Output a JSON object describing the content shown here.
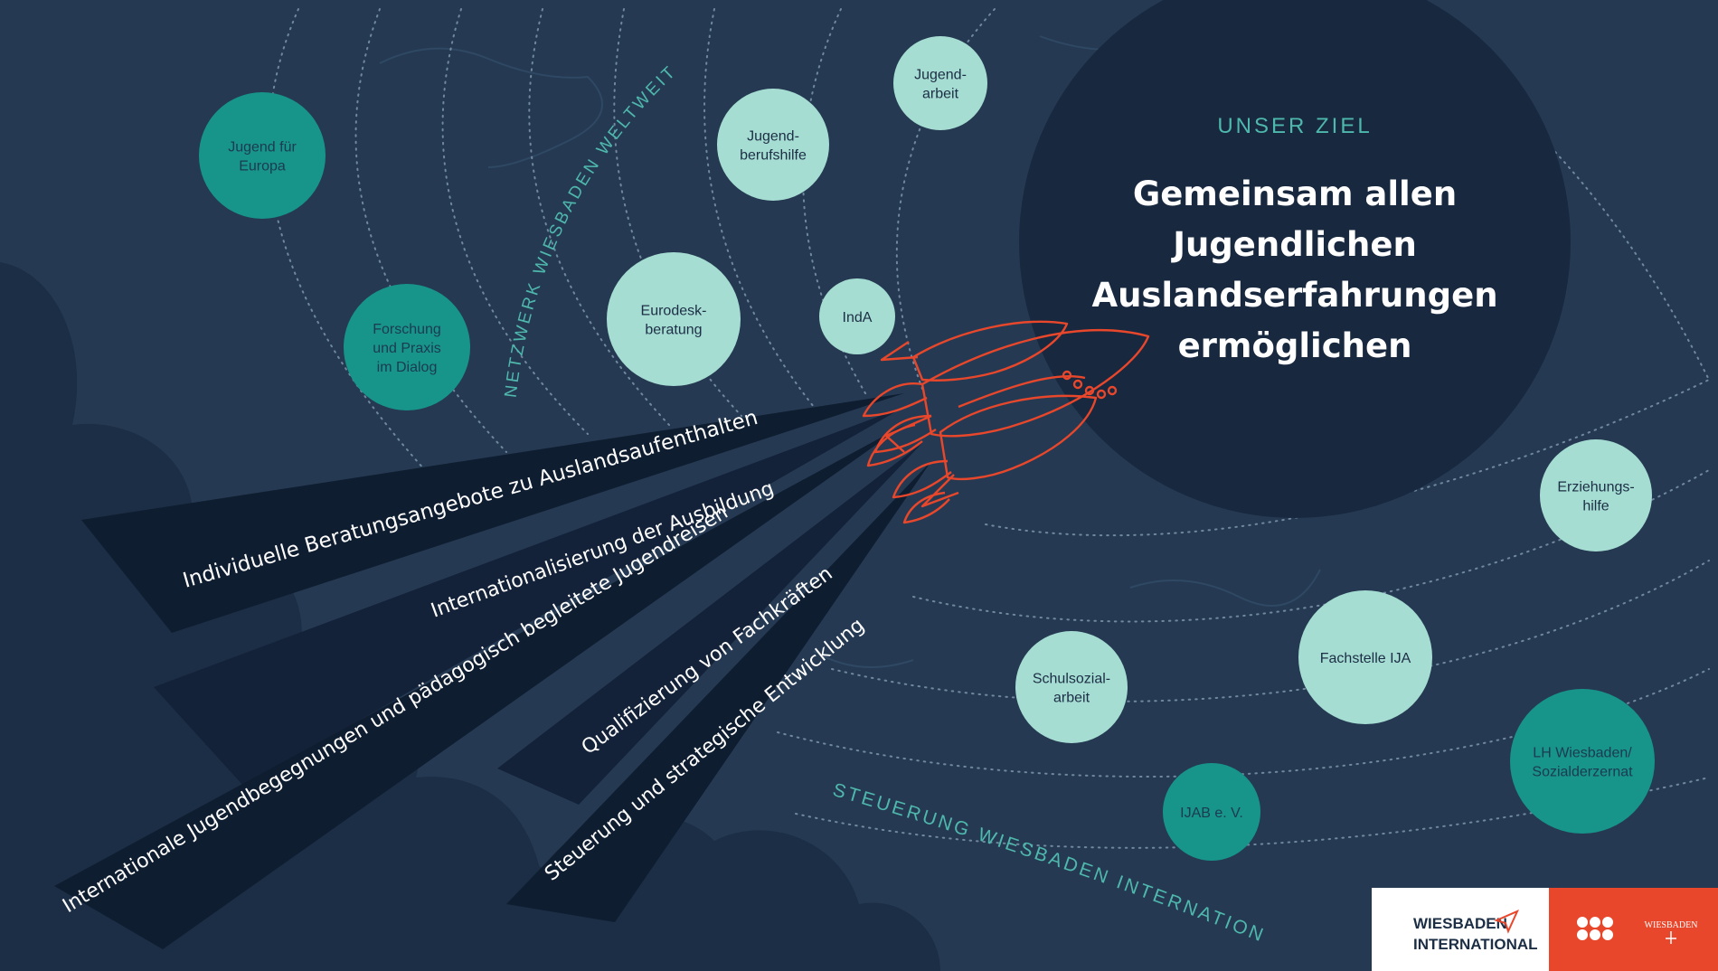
{
  "network_label": "NETZWERK WIESBADEN WELTWEIT",
  "steering_label": "STEUERUNG WIESBADEN INTERNATIONAL",
  "goal": {
    "kicker": "UNSER ZIEL",
    "lines": [
      "Gemeinsam allen",
      "Jugendlichen",
      "Auslandserfahrungen",
      "ermöglichen"
    ]
  },
  "network_nodes": [
    {
      "id": "jugend-fuer-europa",
      "lines": [
        "Jugend für",
        "Europa"
      ],
      "fill": "#17958a"
    },
    {
      "id": "forschung-praxis",
      "lines": [
        "Forschung",
        "und Praxis",
        "im Dialog"
      ],
      "fill": "#17958a"
    },
    {
      "id": "jugendberufshilfe",
      "lines": [
        "Jugend-",
        "berufshilfe"
      ],
      "fill": "#a6ddd3"
    },
    {
      "id": "jugendarbeit",
      "lines": [
        "Jugend-",
        "arbeit"
      ],
      "fill": "#a6ddd3"
    },
    {
      "id": "eurodeskberatung",
      "lines": [
        "Eurodesk-",
        "beratung"
      ],
      "fill": "#a6ddd3"
    },
    {
      "id": "inda",
      "lines": [
        "IndA"
      ],
      "fill": "#a6ddd3"
    },
    {
      "id": "erziehungshilfe",
      "lines": [
        "Erziehungs-",
        "hilfe"
      ],
      "fill": "#a6ddd3"
    },
    {
      "id": "fachstelle-ija",
      "lines": [
        "Fachstelle IJA"
      ],
      "fill": "#a6ddd3"
    },
    {
      "id": "schulsozialarbeit",
      "lines": [
        "Schulsozial-",
        "arbeit"
      ],
      "fill": "#a6ddd3"
    },
    {
      "id": "lh-wiesbaden",
      "lines": [
        "LH Wiesbaden/",
        "Sozialderzernat"
      ],
      "fill": "#17958a"
    },
    {
      "id": "ijab",
      "lines": [
        "IJAB e. V."
      ],
      "fill": "#17958a"
    }
  ],
  "rays": [
    "Individuelle Beratungsangebote zu Auslandsaufenthalten",
    "Internationalisierung der Ausbildung",
    "Internationale Jugendbegegnungen und pädagogisch begleitete Jugendreisen",
    "Qualifizierung von Fachkräften",
    "Steuerung und strategische Entwicklung"
  ],
  "logo": {
    "line1": "WIESBADEN",
    "line2": "INTERNATIONAL",
    "small_brand": "WIESBADEN"
  },
  "colors": {
    "background": "#253a52",
    "goal_circle": "#17283f",
    "accent_teal": "#17958a",
    "light_teal": "#a6ddd3",
    "rocket": "#e8472c",
    "label_teal": "#4fb8ad"
  }
}
